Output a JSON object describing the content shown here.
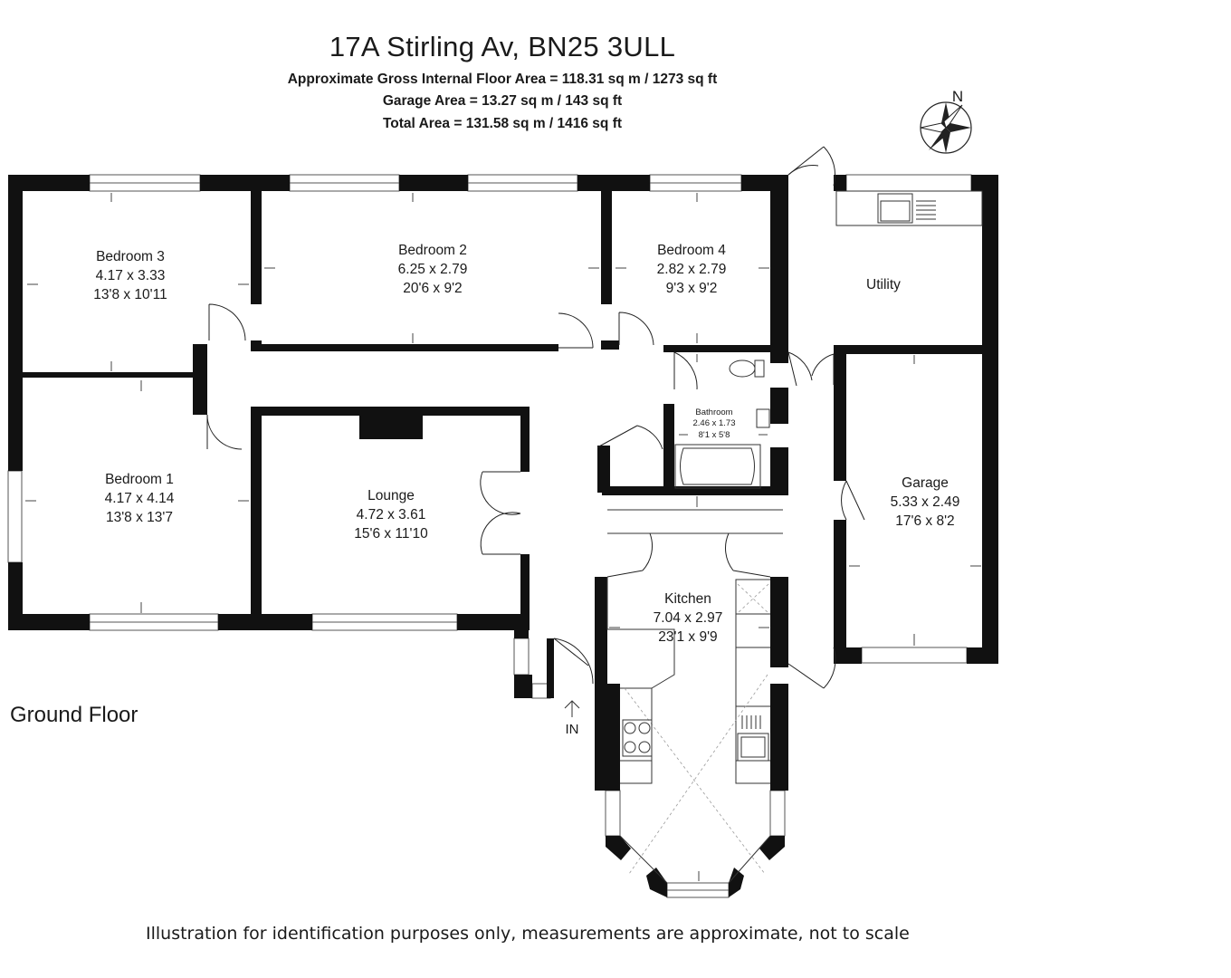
{
  "header": {
    "title": "17A Stirling Av, BN25 3ULL",
    "gross_internal_area": "Approximate Gross Internal Floor Area = 118.31 sq m / 1273 sq ft",
    "garage_area": "Garage Area = 13.27 sq m / 143 sq ft",
    "total_area": "Total Area = 131.58 sq m / 1416 sq ft"
  },
  "compass": {
    "label": "N"
  },
  "rooms": {
    "bedroom3": {
      "name": "Bedroom 3",
      "metric": "4.17 x 3.33",
      "imperial": "13'8 x 10'11"
    },
    "bedroom2": {
      "name": "Bedroom 2",
      "metric": "6.25 x 2.79",
      "imperial": "20'6 x 9'2"
    },
    "bedroom4": {
      "name": "Bedroom 4",
      "metric": "2.82 x 2.79",
      "imperial": "9'3 x 9'2"
    },
    "utility": {
      "name": "Utility"
    },
    "bathroom": {
      "name": "Bathroom",
      "metric": "2.46 x 1.73",
      "imperial": "8'1 x 5'8"
    },
    "bedroom1": {
      "name": "Bedroom 1",
      "metric": "4.17 x 4.14",
      "imperial": "13'8 x 13'7"
    },
    "lounge": {
      "name": "Lounge",
      "metric": "4.72 x 3.61",
      "imperial": "15'6 x 11'10"
    },
    "garage": {
      "name": "Garage",
      "metric": "5.33 x 2.49",
      "imperial": "17'6 x 8'2"
    },
    "kitchen": {
      "name": "Kitchen",
      "metric": "7.04 x 2.97",
      "imperial": "23'1 x 9'9"
    }
  },
  "entrance": {
    "label": "IN"
  },
  "floor_label": "Ground Floor",
  "disclaimer": "Illustration for identification purposes only, measurements are approximate, not to scale"
}
